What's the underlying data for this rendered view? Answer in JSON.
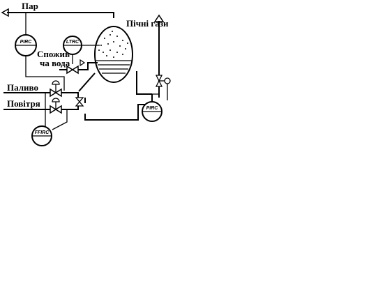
{
  "labels": {
    "steam": "Пар",
    "flue_gases": "Пічні гази",
    "feed_water_line1": "Спожив",
    "feed_water_line2": "ча вода",
    "fuel": "Паливо",
    "air": "Повітря"
  },
  "instruments": {
    "pirc_steam": "PIRC",
    "ltrc": "LTRC",
    "pirc_gas": "PIRC",
    "ffirc": "FFIRC"
  }
}
